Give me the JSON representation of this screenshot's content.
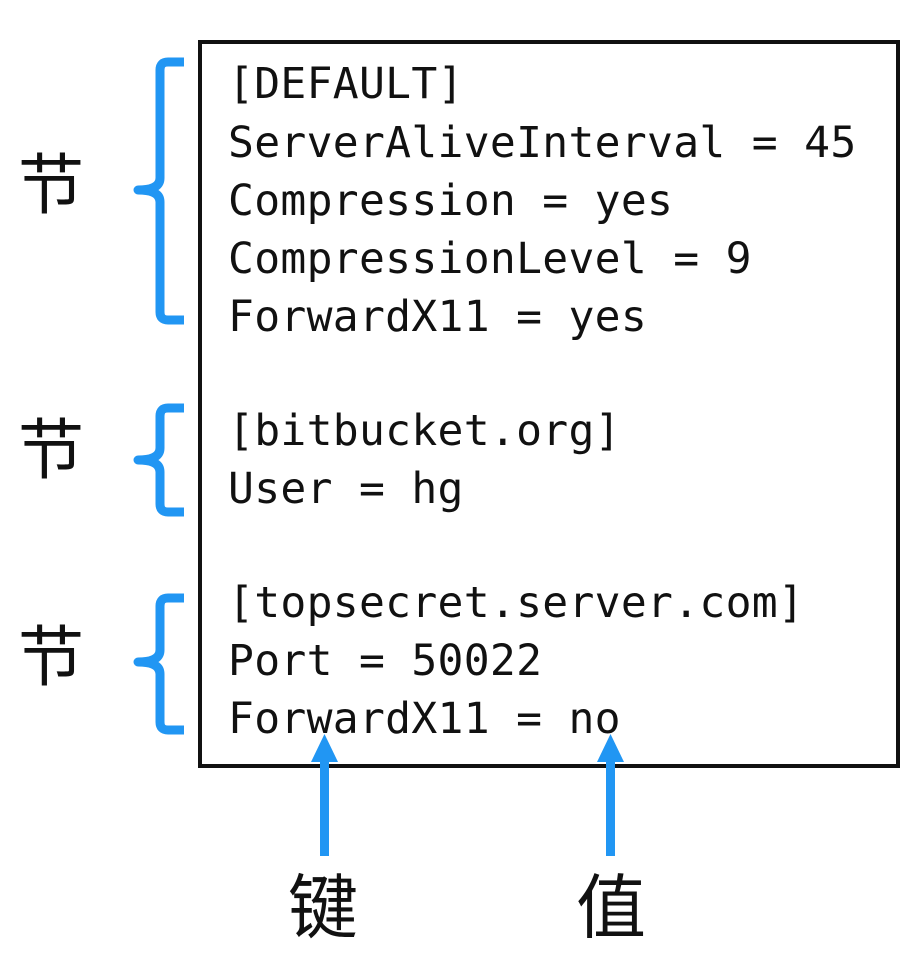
{
  "accent_color": "#2196f3",
  "config": {
    "lines": [
      "[DEFAULT]",
      "ServerAliveInterval = 45",
      "Compression = yes",
      "CompressionLevel = 9",
      "ForwardX11 = yes",
      "[bitbucket.org]",
      "User = hg",
      "[topsecret.server.com]",
      "Port = 50022",
      "ForwardX11 = no"
    ]
  },
  "labels": {
    "section": "节",
    "key": "键",
    "value": "值"
  }
}
